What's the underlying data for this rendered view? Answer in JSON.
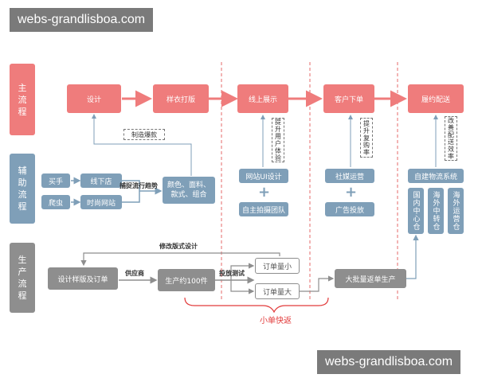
{
  "watermark": {
    "top": "webs-grandlisboa.com",
    "bottom": "webs-grandlisboa.com"
  },
  "colors": {
    "main": "#ef7c7c",
    "aux": "#7f9fb8",
    "prod": "#8e8e8e",
    "accent": "#e23b3b"
  },
  "lanes": {
    "main": [
      "主",
      "流",
      "程"
    ],
    "aux": [
      "辅",
      "助",
      "流",
      "程"
    ],
    "prod": [
      "生",
      "产",
      "流",
      "程"
    ]
  },
  "main_flow": [
    "设计",
    "样衣打版",
    "线上展示",
    "客户下单",
    "履约配送"
  ],
  "annotations": {
    "zhizao": "制造爆款",
    "tisheng_ti": "提升用户体验",
    "tisheng_fu": "提升复购率",
    "gaishan": "改善配送效率",
    "bu_zhuo": "捕捉流行趋势",
    "xiugai": "修改版式设计",
    "gongying": "供应商",
    "toufang": "投放测试",
    "xiaodan": "小单快返"
  },
  "aux": {
    "maishou": "买手",
    "paichong": "爬虫",
    "xianxia": "线下店",
    "shishang": "时尚网站",
    "yanse": "颜色、面料、款式、组合",
    "wangzhan": "网站UI设计",
    "zizhu": "自主拍摄团队",
    "shemei": "社媒运营",
    "guanggao": "广告投放",
    "wuliu": "自建物流系统",
    "guonei": "国内中心仓",
    "haiwai_zhong": "海外中转仓",
    "haiwai_yun": "海外运营仓"
  },
  "prod": {
    "sheji_yang": "设计样版及订单",
    "shengchan": "生产约100件",
    "dingdan_xiao": "订单量小",
    "dingdan_da": "订单量大",
    "dapiliang": "大批量返单生产"
  }
}
